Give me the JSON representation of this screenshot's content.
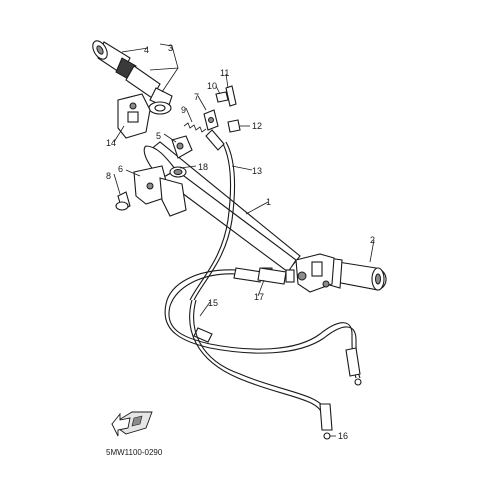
{
  "diagram": {
    "diagram_code": "5MW1100-0290",
    "callouts": [
      "1",
      "2",
      "3",
      "4",
      "5",
      "6",
      "7",
      "8",
      "9",
      "10",
      "11",
      "12",
      "13",
      "14",
      "15",
      "16",
      "17",
      "18"
    ]
  },
  "icons": {
    "front_arrow": "front-arrow-icon"
  }
}
